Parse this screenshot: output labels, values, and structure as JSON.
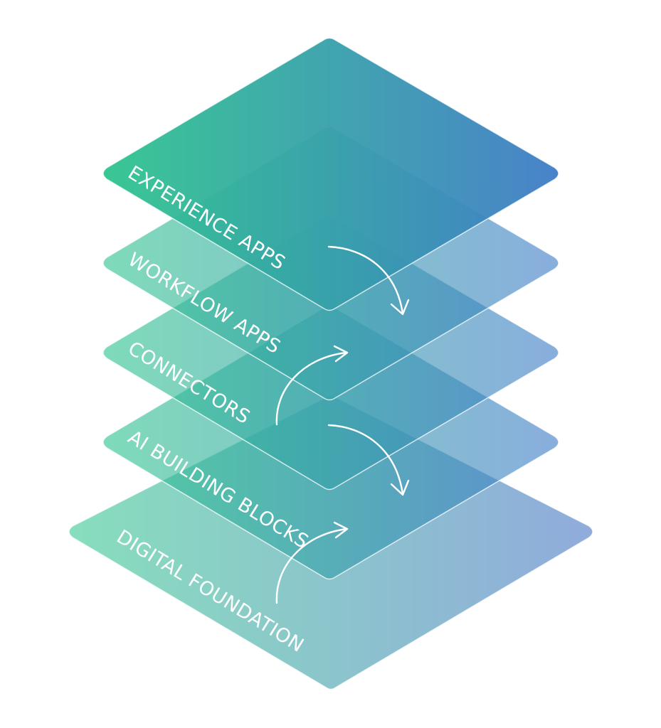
{
  "layers": [
    {
      "label": "DIGITAL FOUNDATION",
      "color_left": "#5fd3a6",
      "color_right": "#6b8fd0"
    },
    {
      "label": "AI BUILDING BLOCKS",
      "color_left": "#2fc48e",
      "color_right": "#3f7cc7"
    },
    {
      "label": "CONNECTORS",
      "color_left": "#2fc48e",
      "color_right": "#3f7cc7"
    },
    {
      "label": "WORKFLOW APPS",
      "color_left": "#2fc48e",
      "color_right": "#3f7cc7"
    },
    {
      "label": "EXPERIENCE APPS",
      "color_left": "#2fc48e",
      "color_right": "#3f7cc7"
    }
  ],
  "colors": {
    "edge": "#ffffff",
    "arrow": "#ffffff"
  }
}
